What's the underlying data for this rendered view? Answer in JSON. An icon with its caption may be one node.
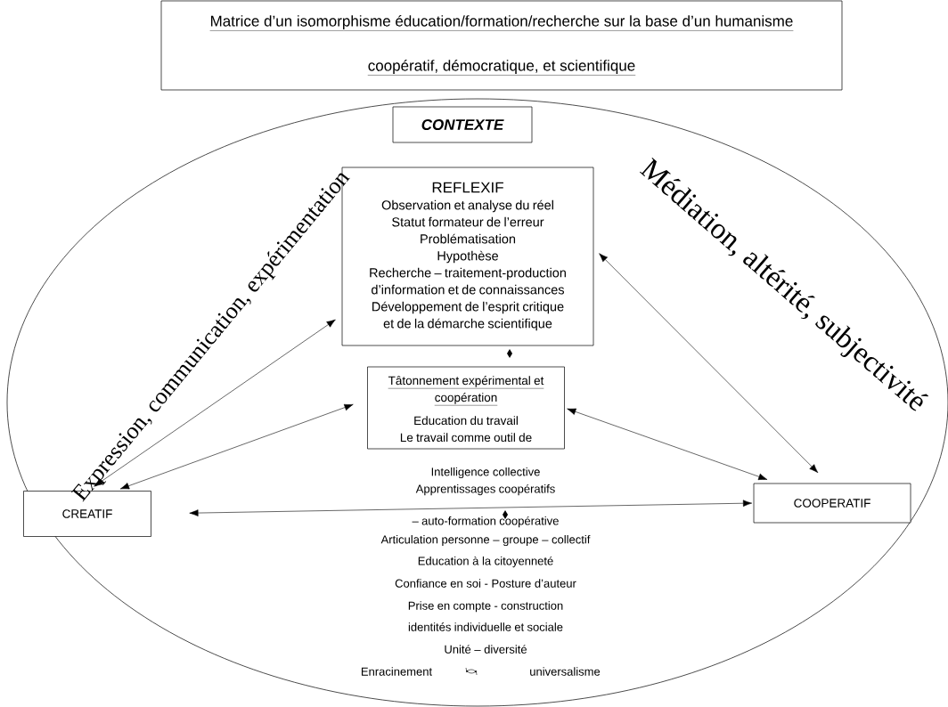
{
  "diagram": {
    "nodes": [
      {
        "text": [
          "Matrice d’un isomorphisme éducation/formation/recherche sur la base d’un humanisme coopératif, démocratique, et scientifique"
        ]
      },
      {
        "text": [
          "CONTEXTE"
        ]
      },
      {
        "text": [
          "REFLEXIF",
          "Observation et analyse du réel",
          "Statut formateur de l’erreur",
          "Problématisation",
          "Hypothèse",
          "Recherche – traitement-production d’information et de connaissances",
          "Développement de l’esprit critique et de la démarche scientifique"
        ]
      },
      {
        "text": [
          "Tâtonnement expérimental et coopération",
          "Education du travail",
          "Le travail comme outil de"
        ]
      },
      {
        "text": [
          "CREATIF"
        ]
      },
      {
        "text": [
          "COOPERATIF"
        ]
      }
    ],
    "edges": [
      {
        "from": 4,
        "to": 2,
        "arrow": "both"
      },
      {
        "from": 4,
        "to": 3,
        "arrow": "both"
      },
      {
        "from": 5,
        "to": 2,
        "arrow": "both"
      },
      {
        "from": 5,
        "to": 3,
        "arrow": "both"
      },
      {
        "from": 4,
        "to": 5,
        "arrow": "both"
      }
    ],
    "labels": [
      "Expression, communication, expérimentation",
      "Médiation, altérité, subjectivité",
      "Intelligence collective",
      "Apprentissages coopératifs – auto-formation coopérative",
      "Articulation personne – groupe – collectif",
      "Education à la citoyenneté",
      "Confiance en soi - Posture d’auteur",
      "Prise en compte - construction identités individuelle et sociale",
      "Unité – diversité",
      "Enracinement",
      "universalisme"
    ]
  }
}
